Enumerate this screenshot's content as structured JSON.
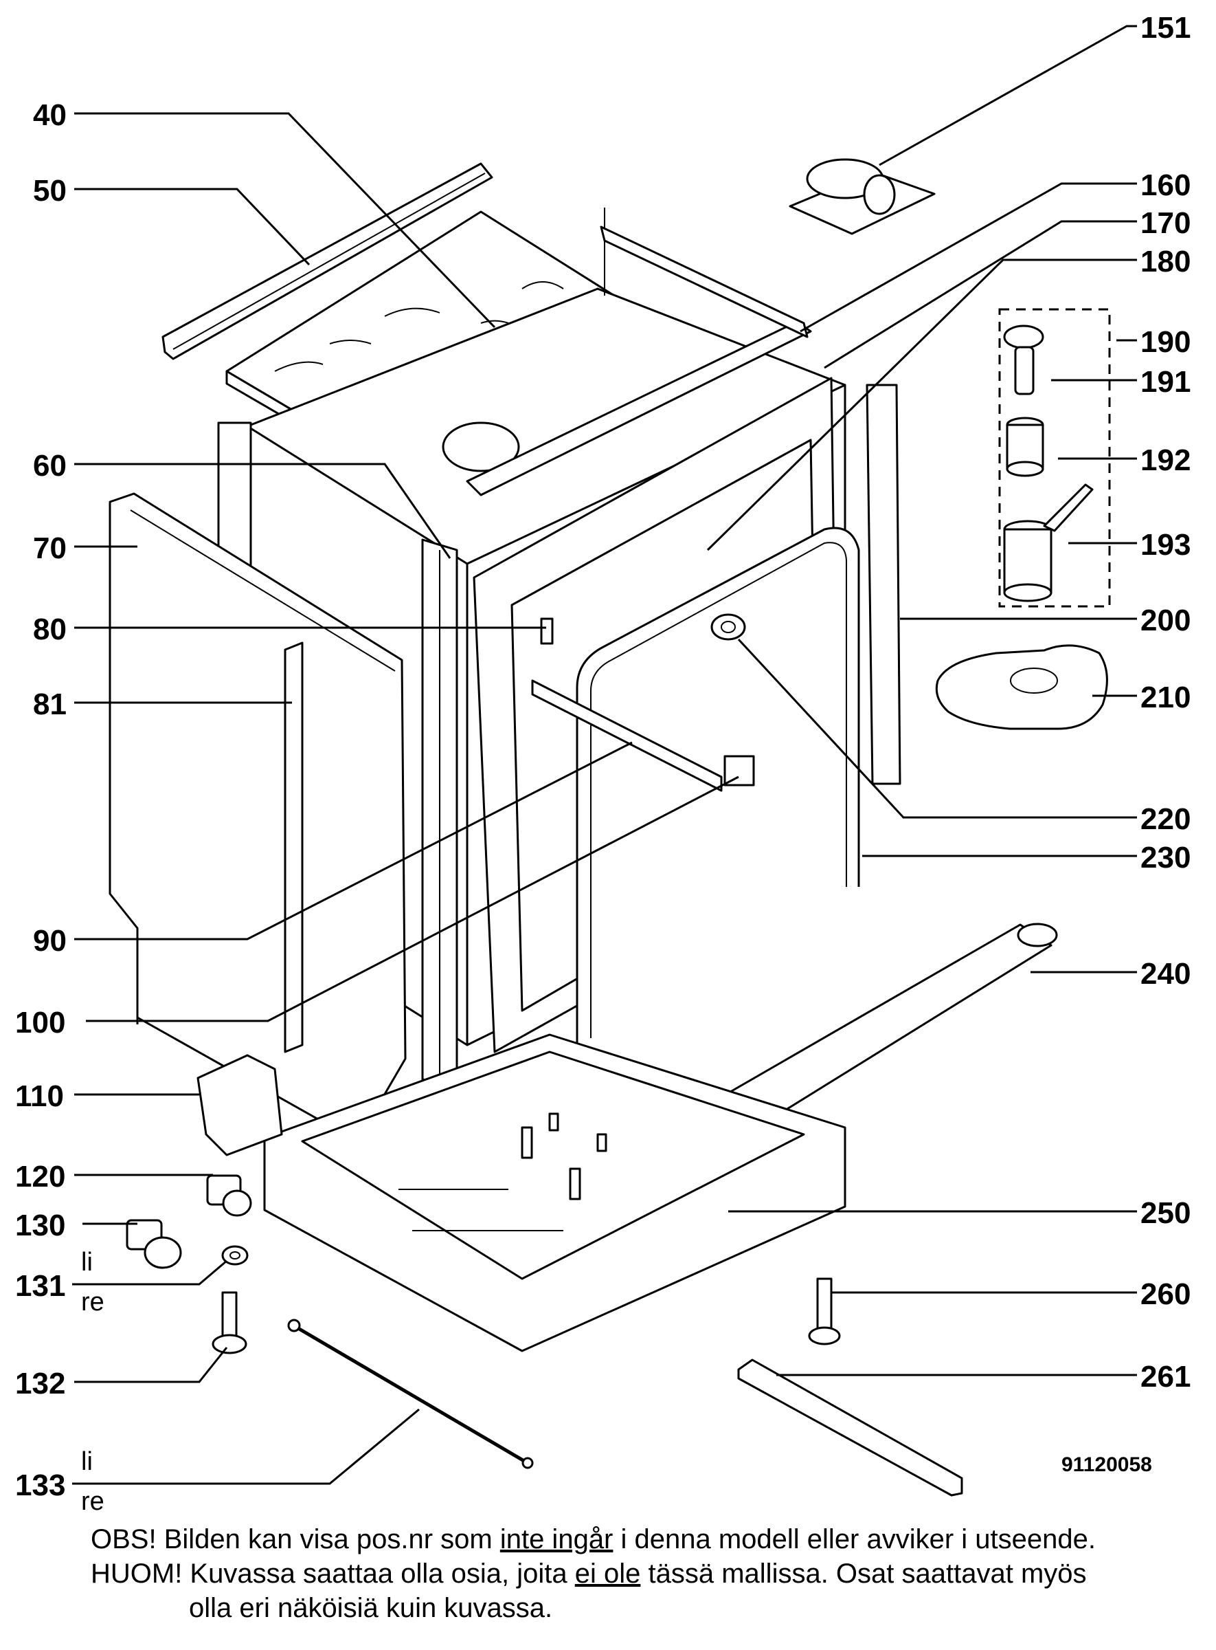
{
  "diagram_id": "91120058",
  "labels_left": [
    {
      "text": "40"
    },
    {
      "text": "50"
    },
    {
      "text": "60"
    },
    {
      "text": "70"
    },
    {
      "text": "80"
    },
    {
      "text": "81"
    },
    {
      "text": "90"
    },
    {
      "text": "100"
    },
    {
      "text": "110"
    },
    {
      "text": "120"
    },
    {
      "text": "130"
    },
    {
      "text": "131"
    },
    {
      "text": "132"
    },
    {
      "text": "133"
    }
  ],
  "labels_right": [
    {
      "text": "151"
    },
    {
      "text": "160"
    },
    {
      "text": "170"
    },
    {
      "text": "180"
    },
    {
      "text": "190"
    },
    {
      "text": "191"
    },
    {
      "text": "192"
    },
    {
      "text": "193"
    },
    {
      "text": "200"
    },
    {
      "text": "210"
    },
    {
      "text": "220"
    },
    {
      "text": "230"
    },
    {
      "text": "240"
    },
    {
      "text": "250"
    },
    {
      "text": "260"
    },
    {
      "text": "261"
    }
  ],
  "side_markers": {
    "left": "li",
    "right": "re"
  },
  "notes": {
    "line1_pre": "OBS! Bilden kan visa pos.nr som ",
    "line1_u": "inte ingår",
    "line1_post": " i denna modell eller avviker i utseende.",
    "line2_pre": "HUOM! Kuvassa saattaa olla osia, joita ",
    "line2_u": "ei ole",
    "line2_post": " tässä mallissa. Osat saattavat myös",
    "line3": "olla eri näköisiä kuin kuvassa."
  }
}
